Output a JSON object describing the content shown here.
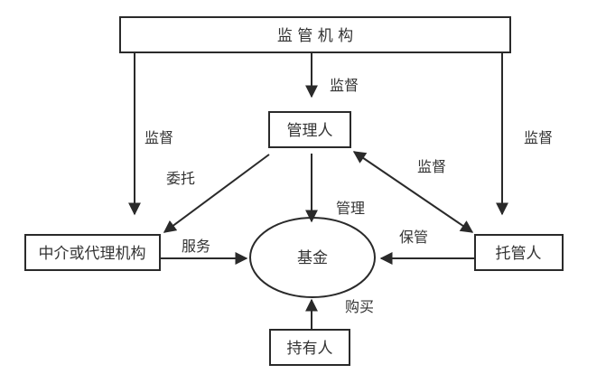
{
  "diagram": {
    "nodes": {
      "regulator": "监 管 机 构",
      "manager": "管理人",
      "intermediary": "中介或代理机构",
      "fund": "基金",
      "custodian": "托管人",
      "holder": "持有人"
    },
    "edges": [
      {
        "from": "regulator",
        "to": "manager",
        "label": "监督"
      },
      {
        "from": "regulator",
        "to": "intermediary",
        "label": "监督"
      },
      {
        "from": "regulator",
        "to": "custodian",
        "label": "监督"
      },
      {
        "from": "manager",
        "to": "intermediary",
        "label": "委托"
      },
      {
        "from": "manager",
        "to": "fund",
        "label": "管理"
      },
      {
        "from": "manager",
        "to": "custodian",
        "label": "监督",
        "bidirectional": true
      },
      {
        "from": "intermediary",
        "to": "fund",
        "label": "服务"
      },
      {
        "from": "custodian",
        "to": "fund",
        "label": "保管"
      },
      {
        "from": "holder",
        "to": "fund",
        "label": "购买"
      }
    ]
  }
}
